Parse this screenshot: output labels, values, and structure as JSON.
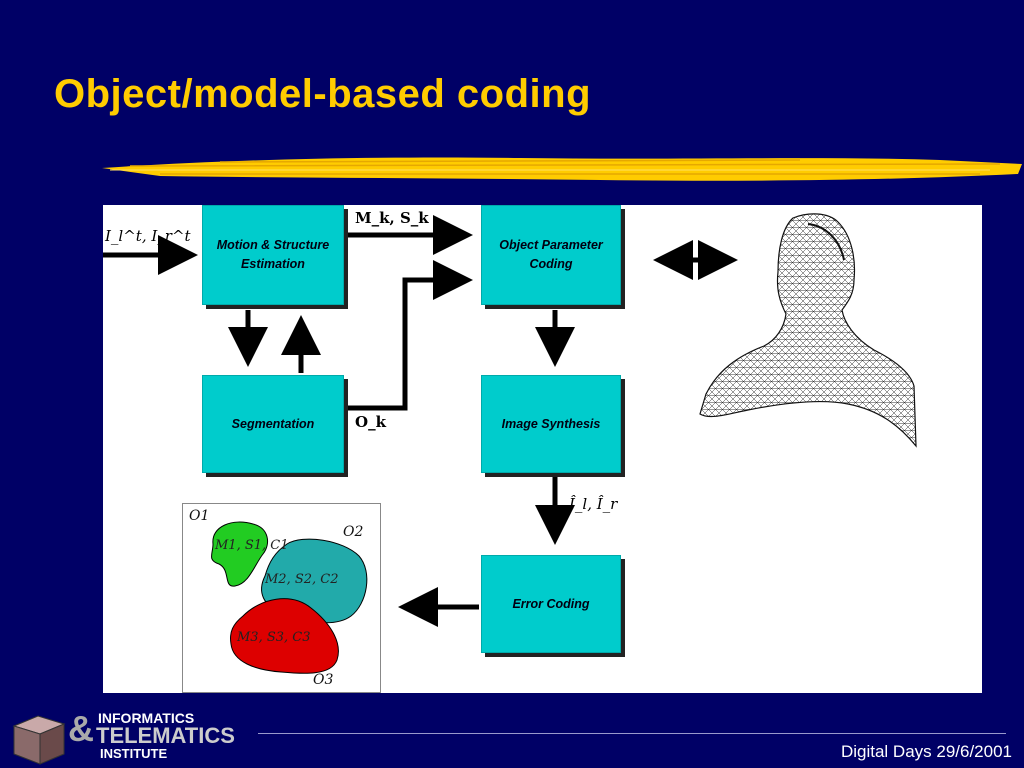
{
  "slide": {
    "title": "Object/model-based coding",
    "footer": "Digital Days 29/6/2001"
  },
  "logo": {
    "line1": "INFORMATICS",
    "ampersand": "&",
    "line2": "TELEMATICS",
    "line3": "INSTITUTE"
  },
  "diagram": {
    "boxes": {
      "motion": "Motion & Structure Estimation",
      "segmentation": "Segmentation",
      "object_param": "Object Parameter Coding",
      "image_synthesis": "Image Synthesis",
      "error_coding": "Error Coding"
    },
    "labels": {
      "input": "I_l^t, I_r^t",
      "mk_sk": "M_k, S_k",
      "ok": "O_k",
      "ihat": "Î_l, Î_r"
    },
    "objects": {
      "o1": "O1",
      "o2": "O2",
      "o3": "O3",
      "blob1": "M1, S1, C1",
      "blob2": "M2, S2, C2",
      "blob3": "M3, S3, C3"
    },
    "colors": {
      "box": "#00cccc",
      "blob1": "#22cc22",
      "blob2": "#22aaaa",
      "blob3": "#dd0000"
    }
  }
}
